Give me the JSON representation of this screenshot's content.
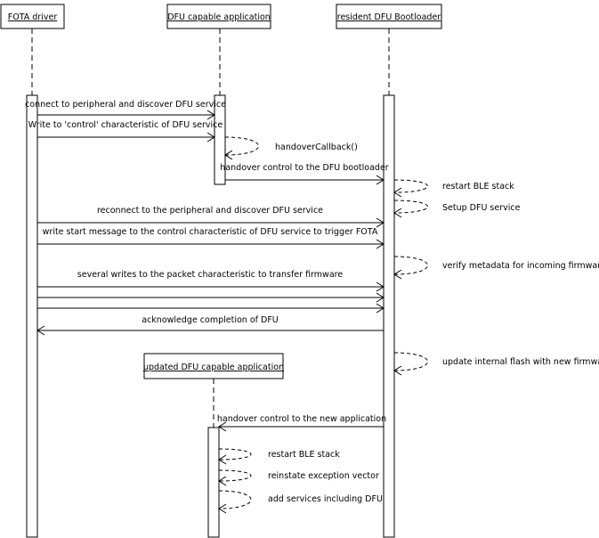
{
  "participants": [
    {
      "id": "fota",
      "label": "FOTA driver"
    },
    {
      "id": "app",
      "label": "DFU capable application"
    },
    {
      "id": "boot",
      "label": "resident DFU Bootloader"
    },
    {
      "id": "newapp",
      "label": "updated DFU capable application"
    }
  ],
  "messages": [
    {
      "label": "connect to peripheral and discover DFU service"
    },
    {
      "label": "Write to 'control' characteristic of DFU service"
    },
    {
      "label": "handover control to the DFU bootloader"
    },
    {
      "label": "reconnect to the peripheral and discover DFU service"
    },
    {
      "label": "write start message to the control characteristic of DFU service to trigger FOTA"
    },
    {
      "label": "several writes to the packet characteristic to transfer firmware"
    },
    {
      "label": "acknowledge completion of DFU"
    },
    {
      "label": "handover control to the new application"
    }
  ],
  "self_messages": [
    {
      "label": "handoverCallback()"
    },
    {
      "label": "restart BLE stack"
    },
    {
      "label": "Setup DFU service"
    },
    {
      "label": "verify metadata for incoming firmware"
    },
    {
      "label": "update internal flash with new firmware"
    },
    {
      "label": "restart BLE stack"
    },
    {
      "label": "reinstate exception vector"
    },
    {
      "label": "add services including DFU"
    }
  ]
}
